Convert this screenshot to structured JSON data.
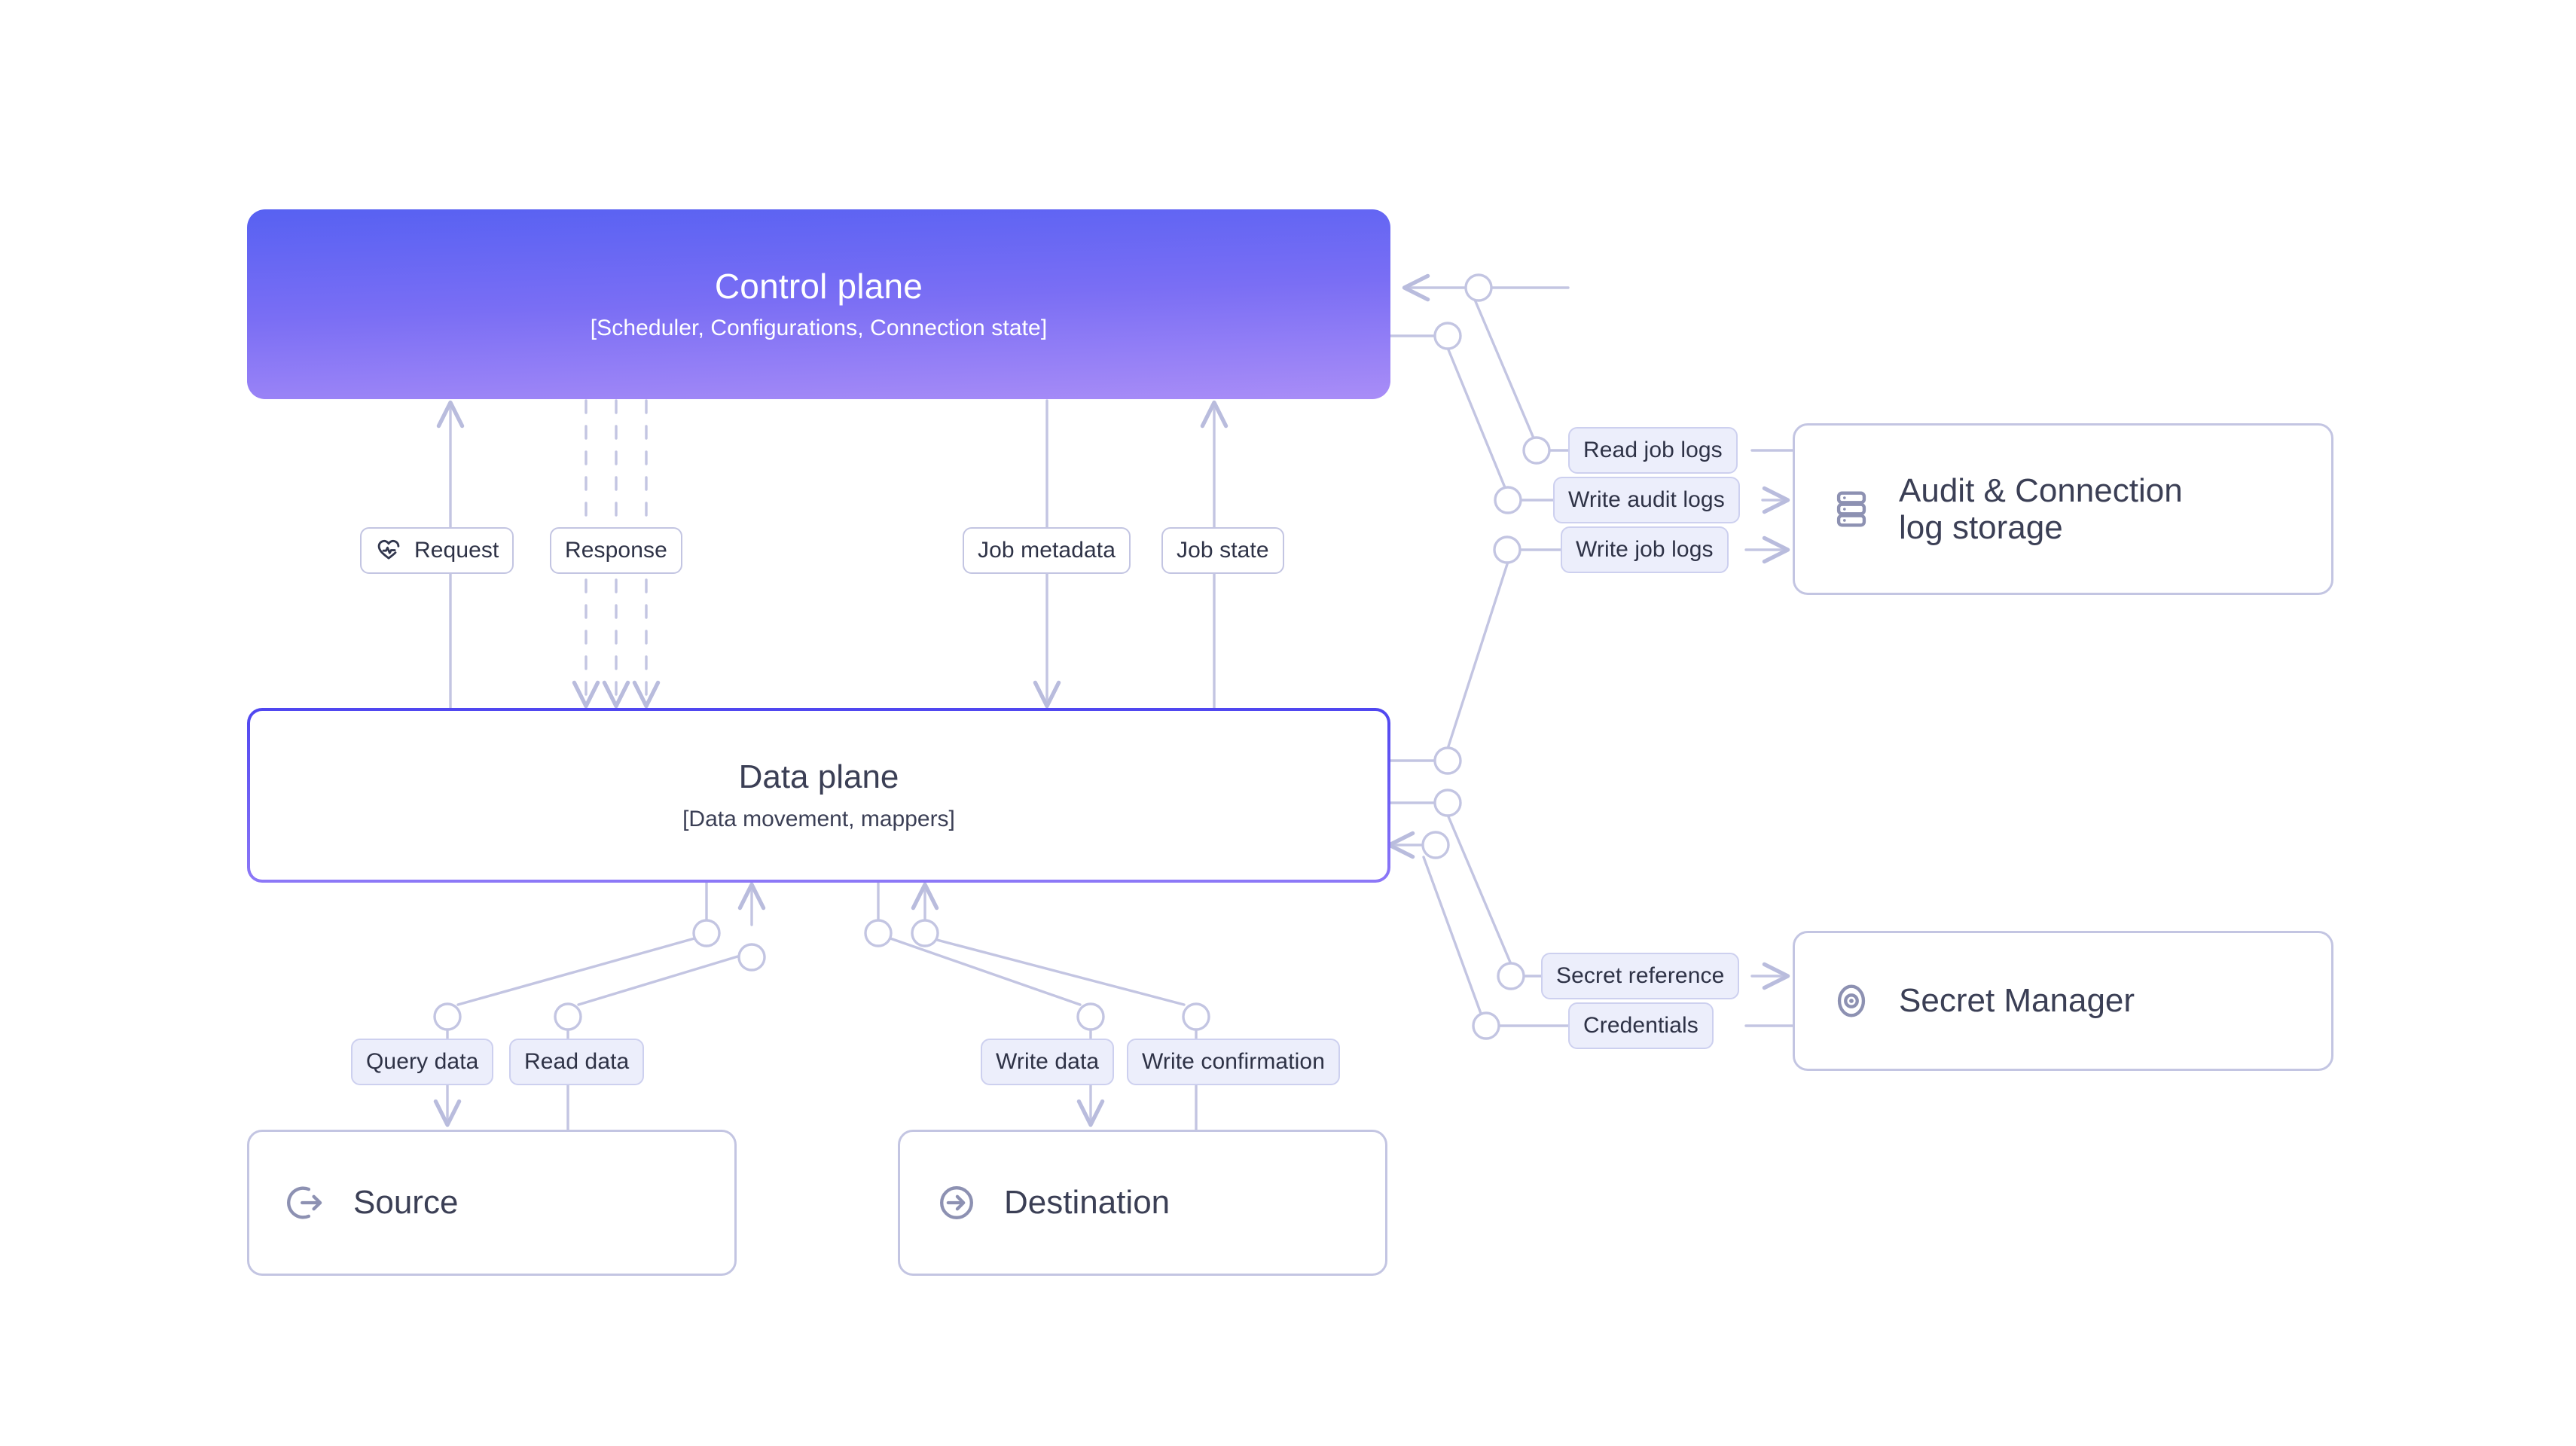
{
  "diagram": {
    "title": "Control plane / Data plane architecture",
    "colors": {
      "control_plane_gradient_start": "#5761f2",
      "control_plane_gradient_end": "#a98df7",
      "data_plane_border_start": "#4f46f0",
      "data_plane_border_end": "#8d78f7",
      "connector_stroke": "#c3c5e2",
      "pill_lavender_fill": "#eceefb",
      "pill_border": "#cdd0ef",
      "text_dark": "#3b3f55",
      "canvas_background": "#ffffff"
    }
  },
  "nodes": {
    "control_plane": {
      "title": "Control plane",
      "subtitle": "[Scheduler, Configurations, Connection state]"
    },
    "data_plane": {
      "title": "Data plane",
      "subtitle": "[Data movement, mappers]"
    },
    "audit_log_storage": {
      "title": "Audit & Connection log storage",
      "title_line_1": "Audit & Connection",
      "title_line_2": "log storage",
      "icon": "server-stack-icon"
    },
    "secret_manager": {
      "title": "Secret Manager",
      "icon": "eye-target-icon"
    },
    "source": {
      "title": "Source",
      "icon": "arrow-out-circle-icon"
    },
    "destination": {
      "title": "Destination",
      "icon": "arrow-in-circle-icon"
    }
  },
  "edge_labels": {
    "request": "Request",
    "request_icon": "heart-pulse-icon",
    "response": "Response",
    "job_metadata": "Job metadata",
    "job_state": "Job state",
    "read_job_logs": "Read job logs",
    "write_audit_logs": "Write audit logs",
    "write_job_logs": "Write job logs",
    "secret_reference": "Secret reference",
    "credentials": "Credentials",
    "query_data": "Query data",
    "read_data": "Read data",
    "write_data": "Write data",
    "write_confirmation": "Write confirmation"
  },
  "edges": [
    {
      "label": "Request",
      "from": "data_plane",
      "to": "control_plane",
      "style": "solid",
      "direction": "up"
    },
    {
      "label": "Response",
      "from": "control_plane",
      "to": "data_plane",
      "style": "dashed-triple",
      "direction": "down"
    },
    {
      "label": "Job metadata",
      "from": "control_plane",
      "to": "data_plane",
      "style": "solid",
      "direction": "down"
    },
    {
      "label": "Job state",
      "from": "data_plane",
      "to": "control_plane",
      "style": "solid",
      "direction": "up"
    },
    {
      "label": "Read job logs",
      "from": "audit_log_storage",
      "to": "control_plane",
      "style": "solid",
      "direction": "left"
    },
    {
      "label": "Write audit logs",
      "from": "control_plane",
      "to": "audit_log_storage",
      "style": "solid",
      "direction": "right"
    },
    {
      "label": "Write job logs",
      "from": "data_plane",
      "to": "audit_log_storage",
      "style": "solid",
      "direction": "right"
    },
    {
      "label": "Secret reference",
      "from": "data_plane",
      "to": "secret_manager",
      "style": "solid",
      "direction": "right"
    },
    {
      "label": "Credentials",
      "from": "secret_manager",
      "to": "data_plane",
      "style": "solid",
      "direction": "left"
    },
    {
      "label": "Query data",
      "from": "data_plane",
      "to": "source",
      "style": "solid",
      "direction": "down"
    },
    {
      "label": "Read data",
      "from": "source",
      "to": "data_plane",
      "style": "solid",
      "direction": "up"
    },
    {
      "label": "Write data",
      "from": "data_plane",
      "to": "destination",
      "style": "solid",
      "direction": "down"
    },
    {
      "label": "Write confirmation",
      "from": "destination",
      "to": "data_plane",
      "style": "solid",
      "direction": "up"
    }
  ]
}
